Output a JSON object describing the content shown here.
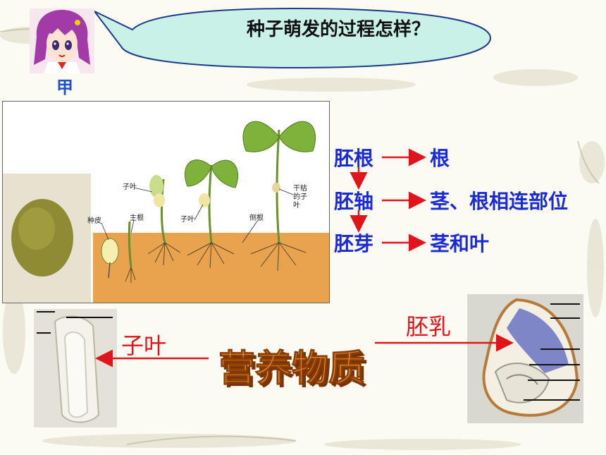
{
  "question": "种子萌发的过程怎样？",
  "speaker": "甲",
  "germination_figure": {
    "labels": [
      "子叶",
      "种皮",
      "主根",
      "子叶",
      "侧根",
      "干枯的子叶"
    ]
  },
  "parts": [
    {
      "source": "胚根",
      "target": "根"
    },
    {
      "source": "胚轴",
      "target": "茎、根相连部位"
    },
    {
      "source": "胚芽",
      "target": "茎和叶"
    }
  ],
  "nutrients": {
    "title": "营养物质",
    "cotyledon": "子叶",
    "endosperm": "胚乳"
  },
  "colors": {
    "blue": "#1a2ad6",
    "red": "#e0141b",
    "orange": "#e88a2c"
  }
}
